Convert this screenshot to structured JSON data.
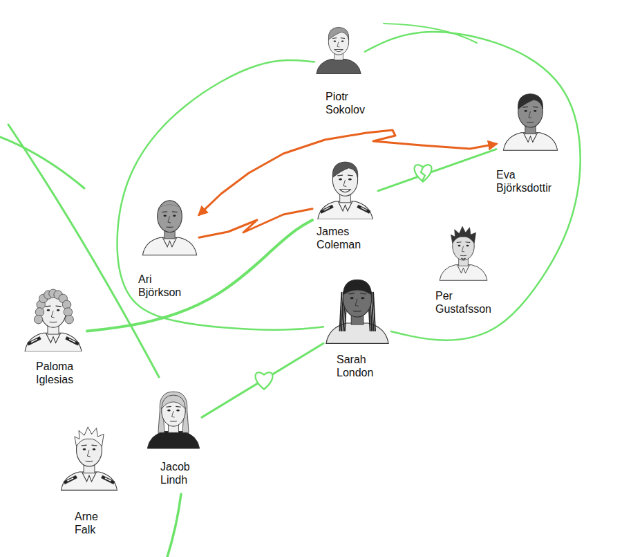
{
  "diagram": {
    "nodes": [
      {
        "text": [
          "Piotr Sokolov"
        ]
      },
      {
        "text": [
          "Eva Björksdottir"
        ]
      },
      {
        "text": [
          "James Coleman"
        ]
      },
      {
        "text": [
          "Ari Björkson"
        ]
      },
      {
        "text": [
          "Per Gustafsson"
        ]
      },
      {
        "text": [
          "Sarah London"
        ]
      },
      {
        "text": [
          "Paloma Iglesias"
        ]
      },
      {
        "text": [
          "Jacob Lindh"
        ]
      },
      {
        "text": [
          "Arne Falk"
        ]
      }
    ],
    "edges": [
      {
        "from": 3,
        "to": 1,
        "arrow": "both"
      },
      {
        "from": 3,
        "to": 2,
        "arrow": "none"
      },
      {
        "from": 2,
        "to": 1,
        "arrow": "none"
      },
      {
        "from": 7,
        "to": 5,
        "arrow": "none"
      },
      {
        "from": 6,
        "to": 2,
        "arrow": "none"
      },
      {
        "from": 0,
        "to": 5,
        "arrow": "none"
      },
      {
        "from": 0,
        "to": 5,
        "arrow": "none"
      }
    ]
  }
}
